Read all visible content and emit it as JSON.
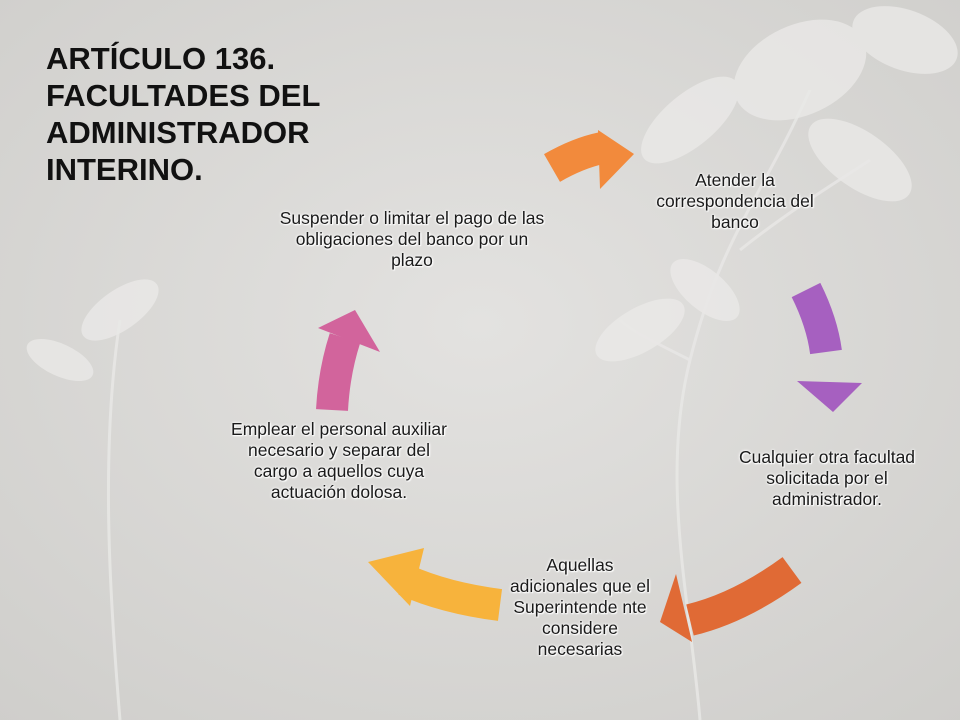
{
  "title_lines": [
    "ARTÍCULO 136.",
    "FACULTADES DEL",
    "ADMINISTRADOR",
    "INTERINO."
  ],
  "cycle": {
    "node_1": "Atender la correspondencia del banco",
    "node_2": "Cualquier otra facultad solicitada por el administrador.",
    "node_3": "Aquellas adicionales que el Superintende nte considere necesarias",
    "node_4": "Emplear el personal auxiliar necesario y separar del cargo a aquellos cuya actuación dolosa.",
    "node_5": "Suspender o limitar el pago de las obligaciones del banco por un plazo"
  },
  "colors": {
    "arrow_orange": "#f28a3c",
    "arrow_purple": "#a660c0",
    "arrow_red_orange": "#e06a35",
    "arrow_yellow": "#f7b33c",
    "arrow_pink": "#d2649c",
    "background": "#d9d8d6"
  }
}
